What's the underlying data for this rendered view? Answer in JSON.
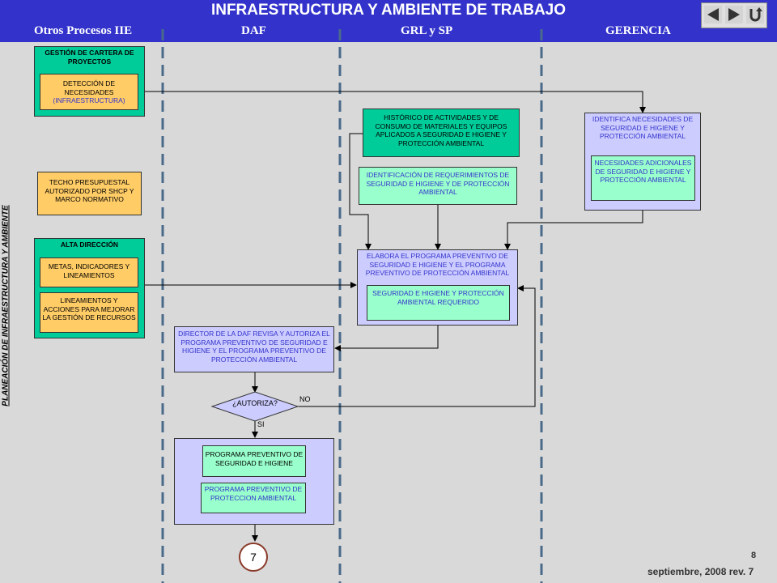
{
  "header": {
    "title": "INFRAESTRUCTURA Y AMBIENTE DE TRABAJO",
    "lanes": [
      "Otros Procesos IIE",
      "DAF",
      "GRL y SP",
      "GERENCIA"
    ],
    "nav": [
      "back-icon",
      "forward-icon",
      "return-icon"
    ]
  },
  "side_title": "PLANEACIÓN DE INFRAESTRUCTURA Y AMBIENTE",
  "nodes": {
    "gestion_label": "GESTIÓN DE CARTERA DE PROYECTOS",
    "deteccion_line1": "DETECCIÓN DE NECESIDADES",
    "deteccion_line2": "(INFRAESTRUCTURA)",
    "techo": "TECHO PRESUPUESTAL AUTORIZADO POR SHCP Y MARCO NORMATIVO",
    "alta_label": "ALTA DIRECCIÓN",
    "metas": "METAS, INDICADORES Y LINEAMIENTOS",
    "lineamientos": "LINEAMIENTOS Y ACCIONES PARA MEJORAR LA GESTIÓN DE RECURSOS",
    "historico": "HISTÓRICO DE ACTIVIDADES Y DE CONSUMO DE MATERIALES Y EQUIPOS APLICADOS A SEGURIDAD E HIGIENE Y PROTECCIÓN AMBIENTAL",
    "identificacion": "IDENTIFICACIÓN DE REQUERIMIENTOS DE SEGURIDAD E HIGIENE Y DE PROTECCIÓN AMBIENTAL",
    "identifica_label": "IDENTIFICA NECESIDADES DE SEGURIDAD E HIGIENE Y PROTECCIÓN AMBIENTAL",
    "necesidades": "NECESIDADES ADICIONALES DE SEGURIDAD E HIGIENE Y PROTECCIÓN AMBIENTAL",
    "elabora_label": "ELABORA EL PROGRAMA PREVENTIVO DE SEGURIDAD E HIGIENE Y EL PROGRAMA PREVENTIVO DE PROTECCIÓN AMBIENTAL",
    "seguridad_req": "SEGURIDAD E HIGIENE Y PROTECCIÓN AMBIENTAL REQUERIDO",
    "director": "DIRECTOR DE LA DAF REVISA Y AUTORIZA EL PROGRAMA PREVENTIVO DE SEGURIDAD E HIGIENE Y EL PROGRAMA PREVENTIVO DE PROTECCIÓN AMBIENTAL",
    "decision": "¿AUTORIZA?",
    "no": "NO",
    "si": "SI",
    "programa_seg": "PROGRAMA PREVENTIVO DE SEGURIDAD E HIGIENE",
    "programa_amb": "PROGRAMA PREVENTIVO DE PROTECCION AMBIENTAL",
    "connector": "7"
  },
  "footer": {
    "page": "8",
    "date": "septiembre, 2008 rev. 7"
  }
}
